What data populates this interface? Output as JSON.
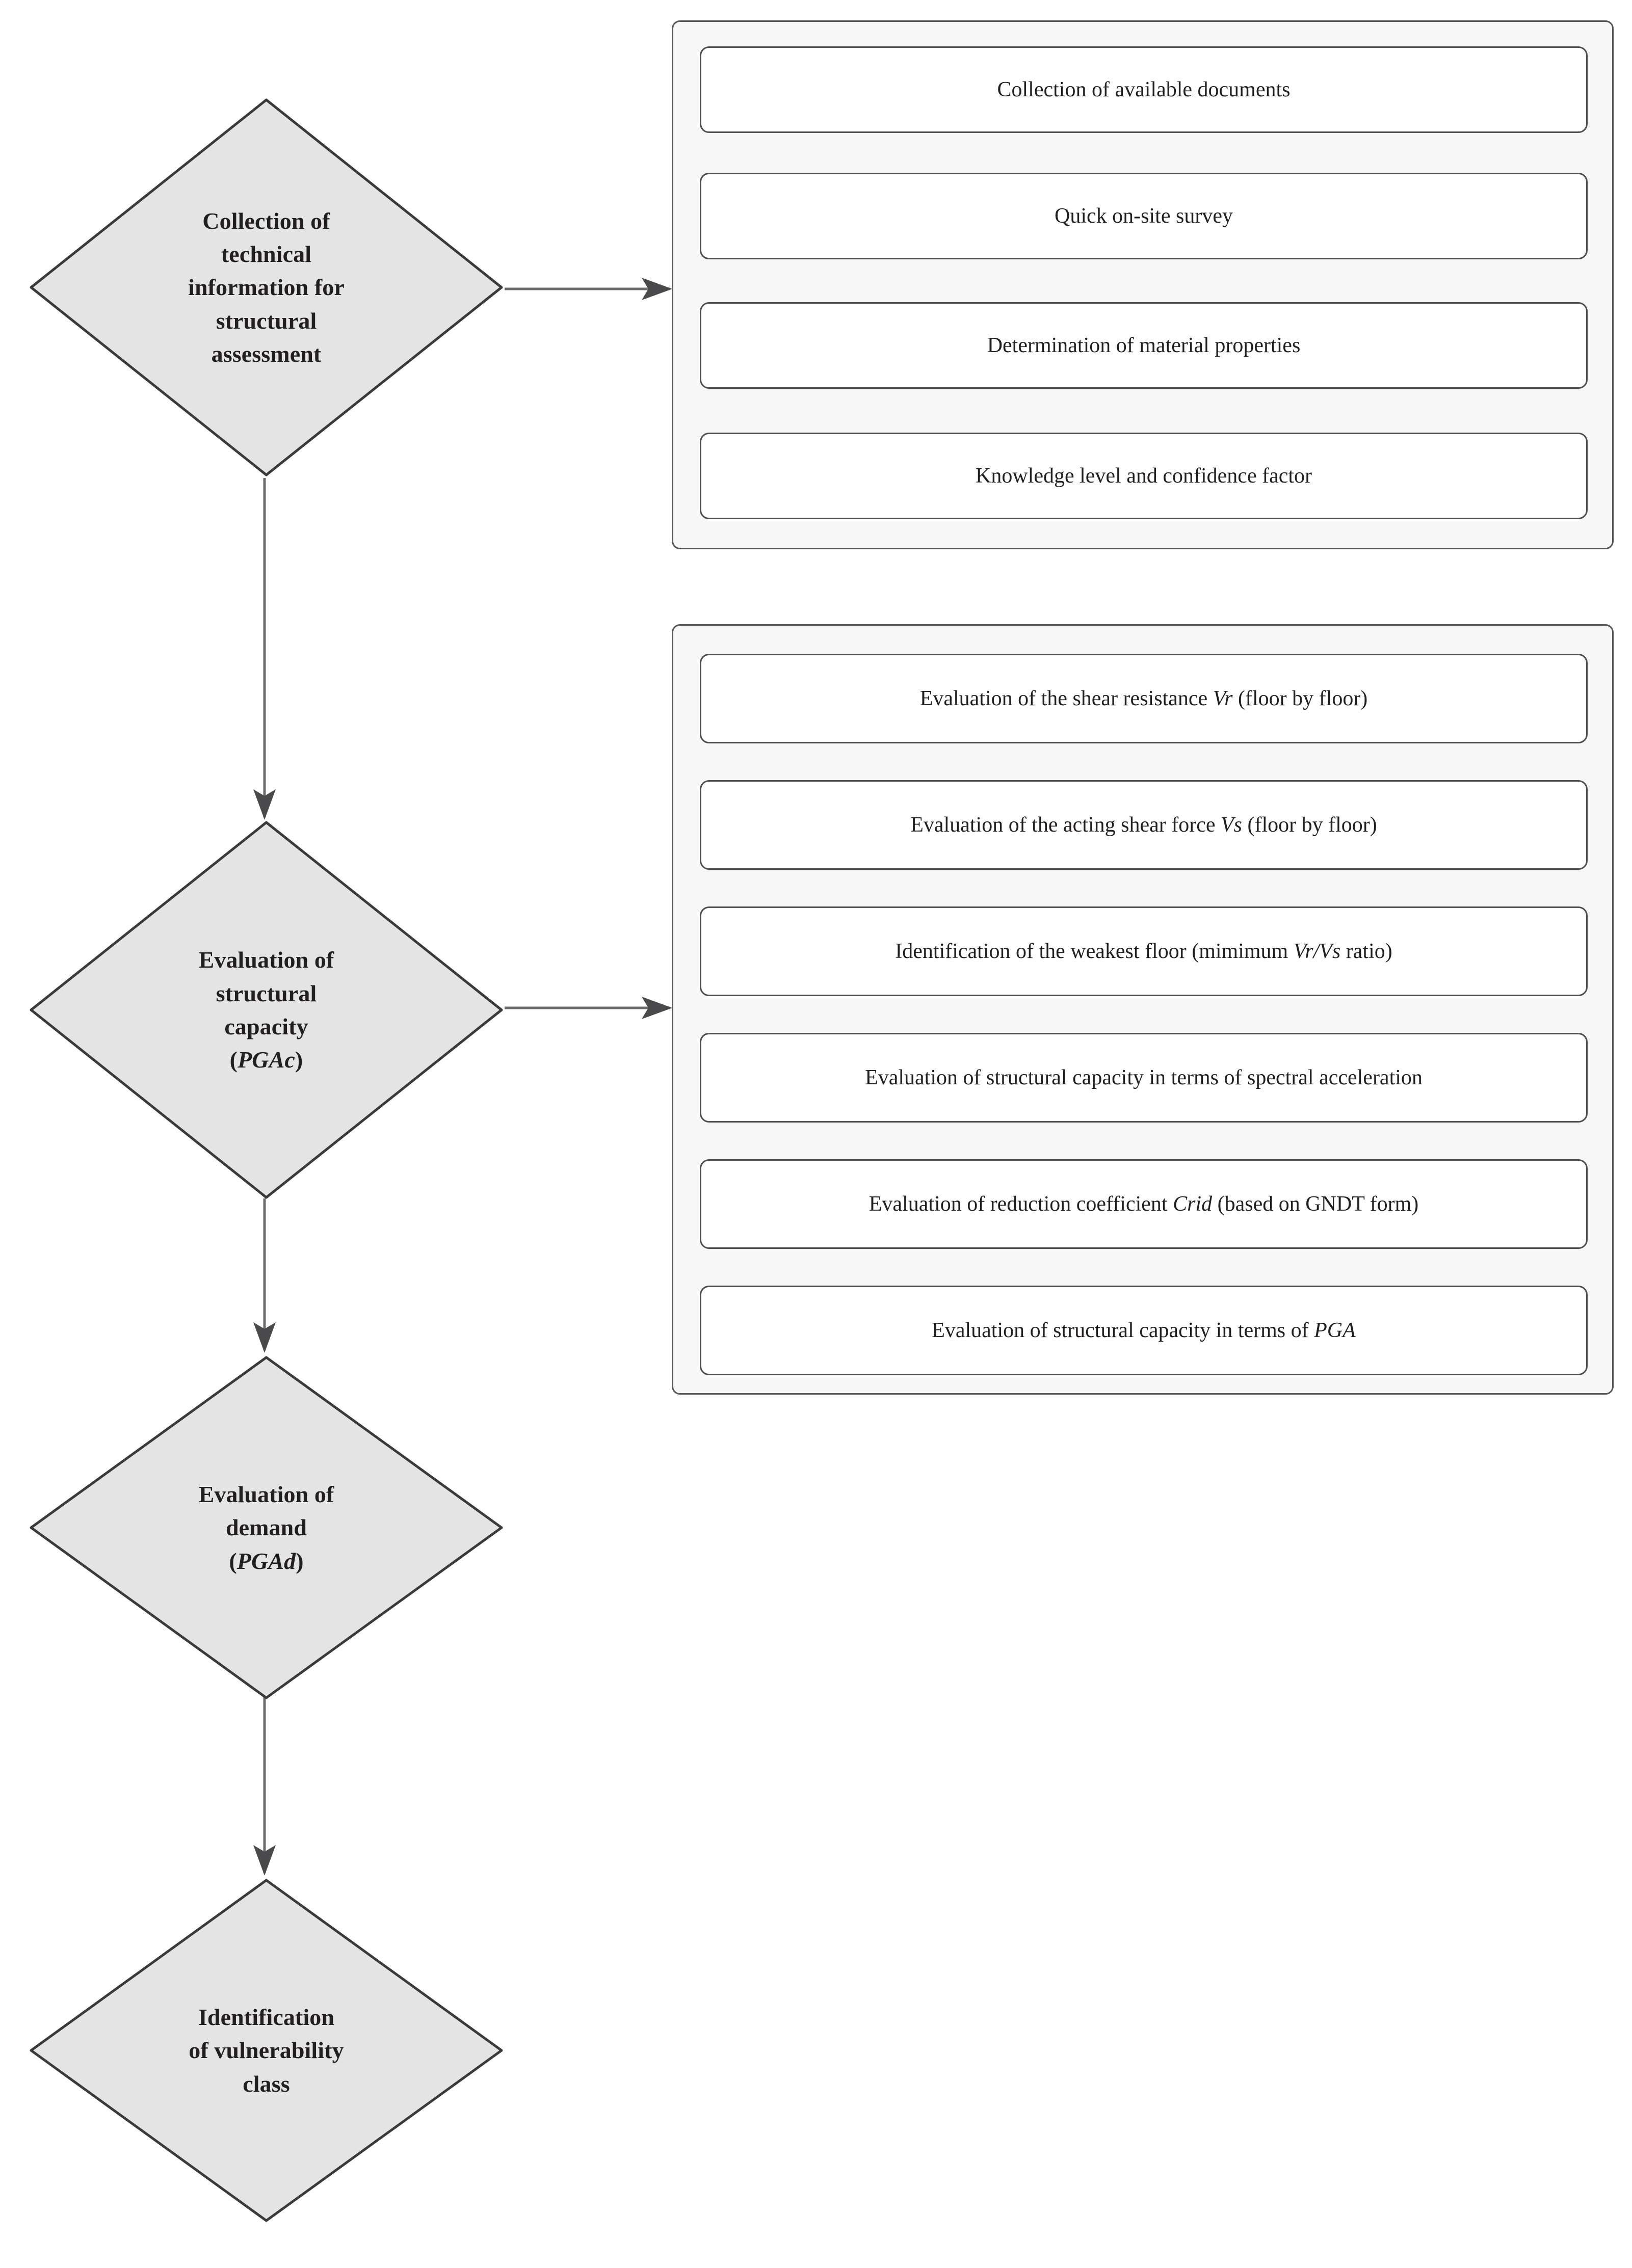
{
  "diagram": {
    "title": "Seismic vulnerability assessment procedure flowchart",
    "colors": {
      "diamond_fill": "#e4e4e4",
      "diamond_stroke": "#3a3a3c",
      "panel_fill": "#f7f7f7",
      "panel_stroke": "#55585a",
      "box_fill": "#ffffff",
      "box_stroke": "#4c4f51",
      "arrow": "#5a5a5c",
      "text": "#231f20",
      "background": "#ffffff"
    },
    "nodes": [
      {
        "id": "collection-of-technical-information",
        "shape": "diamond",
        "lines": [
          "Collection of",
          "technical",
          "information for",
          "structural",
          "assessment"
        ]
      },
      {
        "id": "evaluation-of-structural-capacity",
        "shape": "diamond",
        "lines": [
          "Evaluation of",
          "structural",
          "capacity",
          "(PGAc)"
        ],
        "italic_token": "PGAc"
      },
      {
        "id": "evaluation-of-demand",
        "shape": "diamond",
        "lines": [
          "Evaluation of",
          "demand",
          "(PGAd)"
        ],
        "italic_token": "PGAd"
      },
      {
        "id": "identification-of-vulnerability-class",
        "shape": "diamond",
        "lines": [
          "Identification",
          "of vulnerability",
          "class"
        ]
      }
    ],
    "groups": [
      {
        "id": "technical-information-steps",
        "linked_from": "collection-of-technical-information",
        "steps": [
          {
            "id": "collection-of-available-documents",
            "text": "Collection of available documents"
          },
          {
            "id": "quick-on-site-survey",
            "text": "Quick on-site survey"
          },
          {
            "id": "determination-of-material-properties",
            "text": "Determination of material properties"
          },
          {
            "id": "knowledge-level-and-confidence-factor",
            "text": "Knowledge level and confidence factor"
          }
        ]
      },
      {
        "id": "structural-capacity-steps",
        "linked_from": "evaluation-of-structural-capacity",
        "steps": [
          {
            "id": "shear-resistance",
            "pre": "Evaluation of the shear resistance ",
            "em": "Vr",
            "post": " (floor by floor)"
          },
          {
            "id": "acting-shear-force",
            "pre": "Evaluation of the acting shear force ",
            "em": "Vs",
            "post": " (floor by floor)"
          },
          {
            "id": "weakest-floor",
            "pre": "Identification of the weakest floor (mimimum ",
            "em": "Vr/Vs",
            "post": " ratio)"
          },
          {
            "id": "capacity-spectral-acceleration",
            "pre": "Evaluation of structural capacity in terms of spectral acceleration",
            "em": "",
            "post": ""
          },
          {
            "id": "reduction-coefficient-crid",
            "pre": "Evaluation of reduction coefficient ",
            "em": "Crid",
            "post": " (based on GNDT form)"
          },
          {
            "id": "capacity-pga",
            "pre": "Evaluation of structural capacity in terms of ",
            "em": "PGA",
            "post": ""
          }
        ]
      }
    ],
    "edges": [
      {
        "id": "edge-info-to-group1",
        "from": "collection-of-technical-information",
        "to": "technical-information-steps",
        "direction": "right"
      },
      {
        "id": "edge-info-to-capacity",
        "from": "collection-of-technical-information",
        "to": "evaluation-of-structural-capacity",
        "direction": "down"
      },
      {
        "id": "edge-capacity-to-group2",
        "from": "evaluation-of-structural-capacity",
        "to": "structural-capacity-steps",
        "direction": "right"
      },
      {
        "id": "edge-capacity-to-demand",
        "from": "evaluation-of-structural-capacity",
        "to": "evaluation-of-demand",
        "direction": "down"
      },
      {
        "id": "edge-demand-to-class",
        "from": "evaluation-of-demand",
        "to": "identification-of-vulnerability-class",
        "direction": "down"
      }
    ]
  }
}
